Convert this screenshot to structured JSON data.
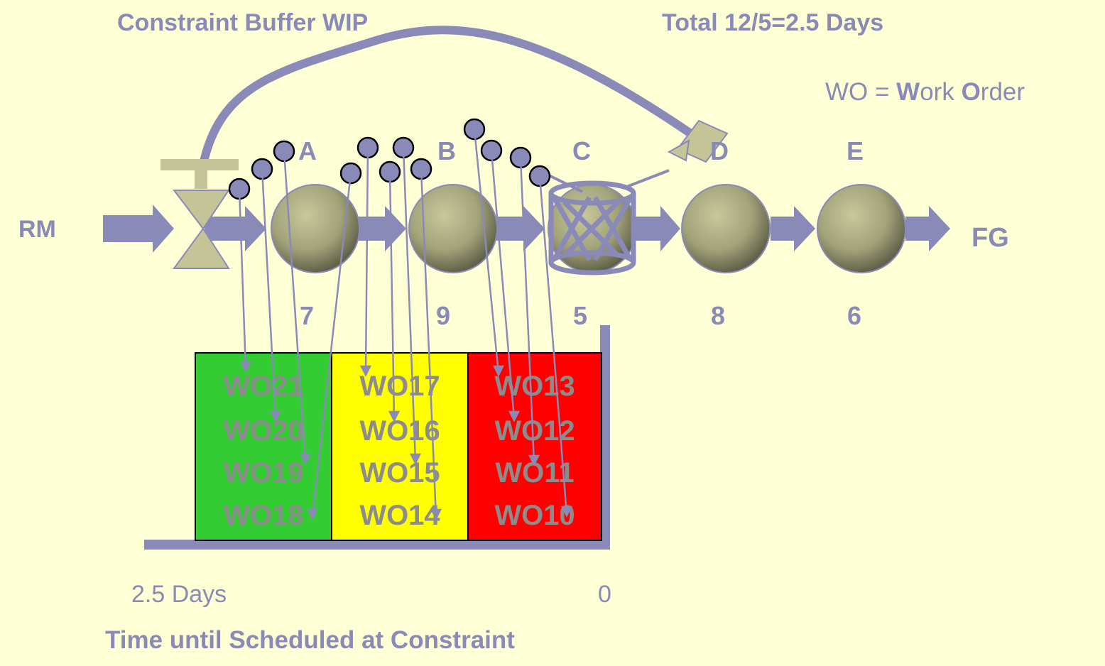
{
  "title_left": "Constraint Buffer WIP",
  "title_right": "Total 12/5=2.5 Days",
  "legend": {
    "prefix": "WO = ",
    "w": "W",
    "ork": "ork ",
    "o": "O",
    "rder": "rder"
  },
  "rm": "RM",
  "fg": "FG",
  "stations": [
    {
      "letter": "A",
      "value": "7"
    },
    {
      "letter": "B",
      "value": "9"
    },
    {
      "letter": "C",
      "value": "5"
    },
    {
      "letter": "D",
      "value": "8"
    },
    {
      "letter": "E",
      "value": "6"
    }
  ],
  "zones": [
    {
      "color": "#33CC33",
      "orders": [
        "WO21",
        "WO20",
        "WO19",
        "WO18"
      ]
    },
    {
      "color": "#FFFF00",
      "orders": [
        "WO17",
        "WO16",
        "WO15",
        "WO14"
      ]
    },
    {
      "color": "#FF0000",
      "orders": [
        "WO13",
        "WO12",
        "WO11",
        "WO10"
      ]
    }
  ],
  "axis_left": "2.5 Days",
  "axis_right": "0",
  "axis_title": "Time until Scheduled at Constraint",
  "colors": {
    "accent": "#8A8AB8",
    "background": "#FFFFD6",
    "machine": "#A8A87E"
  }
}
